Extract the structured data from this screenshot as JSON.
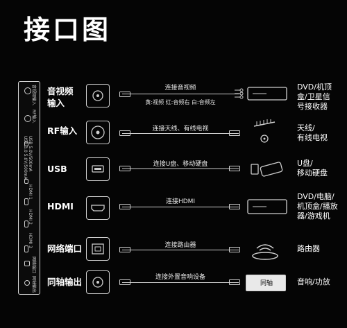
{
  "title": "接口图",
  "panel": {
    "labels": [
      "音视频输入",
      "RF输入",
      "USB 5.0V/500mA",
      "USB 3.0 5.0V/500mA",
      "HDMI 1",
      "HDMI 2",
      "HDMI 3",
      "网络端口",
      "同轴输出"
    ]
  },
  "rows": [
    {
      "name": "av",
      "port_label": "音视频\n输入",
      "cable_label": "连接音视频",
      "sub_label": "黄:视频  红:音频右  白:音频左",
      "device_label": "DVD/机顶\n盒/卫星信\n号接收器"
    },
    {
      "name": "rf",
      "port_label": "RF输入",
      "cable_label": "连接天线、有线电视",
      "sub_label": "",
      "device_label": "天线/\n有线电视"
    },
    {
      "name": "usb",
      "port_label": "USB",
      "cable_label": "连接U盘、移动硬盘",
      "sub_label": "",
      "device_label": "U盘/\n移动硬盘"
    },
    {
      "name": "hdmi",
      "port_label": "HDMI",
      "cable_label": "连接HDMI",
      "sub_label": "",
      "device_label": "DVD/电脑/\n机顶盒/播放\n器/游戏机"
    },
    {
      "name": "lan",
      "port_label": "网络端口",
      "cable_label": "连接路由器",
      "sub_label": "",
      "device_label": "路由器"
    },
    {
      "name": "coax",
      "port_label": "同轴输出",
      "cable_label": "连接外置音响设备",
      "sub_label": "",
      "device_label": "音响/功放"
    }
  ],
  "amp_text": "同轴"
}
